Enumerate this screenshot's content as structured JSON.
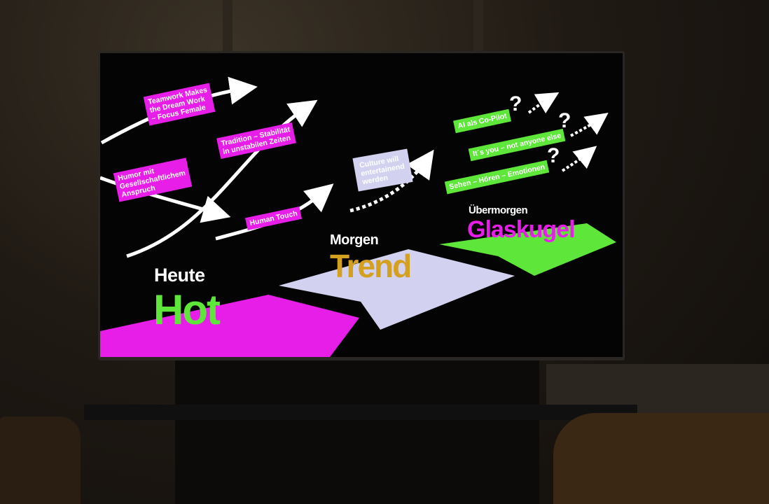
{
  "scene": {
    "colors": {
      "pink": "#e61ee8",
      "lavender": "#d2d2f0",
      "green": "#5ee63a",
      "gold": "#d4a020",
      "white": "#ffffff",
      "screen_bg": "#040404"
    }
  },
  "slide": {
    "columns": [
      {
        "small": "Heute",
        "big": "Hot"
      },
      {
        "small": "Morgen",
        "big": "Trend"
      },
      {
        "small": "Übermorgen",
        "big": "Glaskugel"
      }
    ],
    "pink_tags": [
      "Teamwork Makes\nthe Dream Work\n– Focus Female",
      "Tradition – Stabilität\nin unstabilen Zeiten",
      "Humor mit\nGesellschaftlichem\nAnspruch",
      "Human Touch"
    ],
    "lavender_tag": "Culture will\nentertainend\nwerden",
    "green_tags": [
      "AI als Co-Pilot",
      "It´s you – not anyone else",
      "Sehen – Hören – Emotionen"
    ],
    "question_mark": "?"
  }
}
